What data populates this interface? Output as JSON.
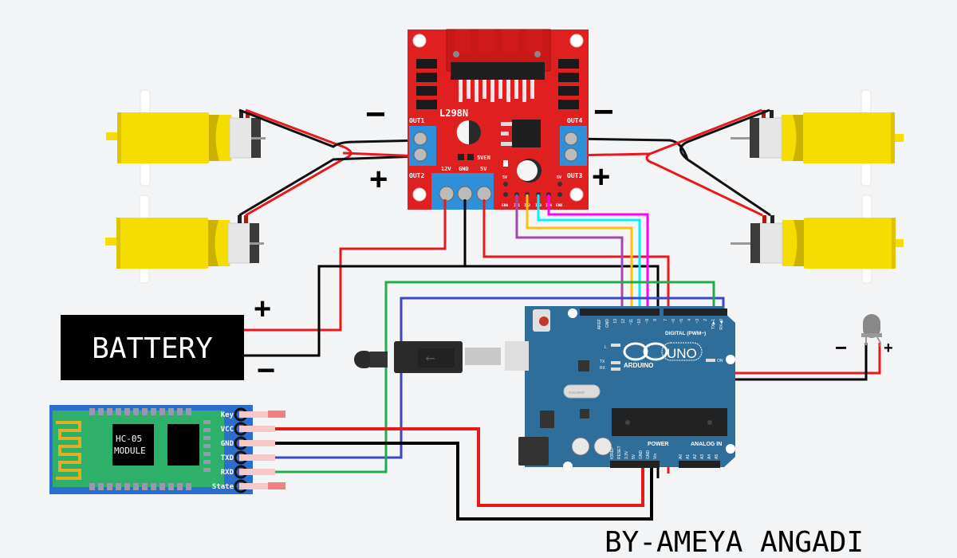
{
  "title": "Bluetooth controlled 4WD robot car wiring",
  "author_signature": "BY-AMEYA ANGADI",
  "colors": {
    "background": "#f3f4f6",
    "wire_red": "#e8191c",
    "wire_black": "#000000",
    "wire_green": "#22ab4a",
    "wire_blue": "#3e46c8",
    "wire_purple": "#a04aa8",
    "wire_yellow": "#ffc107",
    "wire_cyan": "#00f0ff",
    "wire_magenta": "#ff00ff",
    "driver_board": "#e02020",
    "terminal_blue": "#2f8fd8",
    "arduino_board": "#2f6e9a",
    "motor_yellow": "#f5dd00",
    "hc05_board": "#2b6ed0",
    "hc05_pcb": "#2fb06a"
  },
  "driver": {
    "name": "L298N",
    "out1": "OUT1",
    "out2": "OUT2",
    "out3": "OUT3",
    "out4": "OUT4",
    "en5v": "5VEN",
    "power_pins": [
      "12V",
      "GND",
      "5V"
    ],
    "header_5v_left": "5V",
    "header_5v_right": "5V",
    "input_pins": [
      "ENA",
      "IN1",
      "IN2",
      "IN3",
      "IN4",
      "ENB"
    ]
  },
  "polarity": {
    "left_minus": "−",
    "left_plus": "+",
    "right_minus": "−",
    "right_plus": "+"
  },
  "battery": {
    "label": "BATTERY",
    "plus": "+",
    "minus": "−"
  },
  "led": {
    "minus": "−",
    "plus": "+"
  },
  "arduino": {
    "brand": "ARDUINO",
    "model": "UNO",
    "digital_label": "DIGITAL (PWM~)",
    "digital_pins": [
      "AREF",
      "GND",
      "13",
      "12",
      "~11",
      "~10",
      "~9",
      "8",
      "7",
      "~6",
      "~5",
      "4",
      "~3",
      "2",
      "TX▶1",
      "RX◀0"
    ],
    "power_label": "POWER",
    "power_pins": [
      "IOREF",
      "RESET",
      "3.3V",
      "5V",
      "GND",
      "GND",
      "Vin"
    ],
    "analog_label": "ANALOG IN",
    "analog_pins": [
      "A0",
      "A1",
      "A2",
      "A3",
      "A4",
      "A5"
    ],
    "led_labels": [
      "L",
      "TX",
      "RX",
      "ON"
    ],
    "crystal": "S16.000G"
  },
  "hc05": {
    "label_line1": "HC-05",
    "label_line2": "MODULE",
    "pins": [
      "Key",
      "VCC",
      "GND",
      "TXD",
      "RXD",
      "State"
    ]
  },
  "connections": [
    {
      "from": "L298N OUT1/OUT2",
      "to": "Left motors"
    },
    {
      "from": "L298N OUT3/OUT4",
      "to": "Right motors"
    },
    {
      "from": "Battery +",
      "to": "L298N 12V"
    },
    {
      "from": "Battery −",
      "to": "L298N GND"
    },
    {
      "from": "L298N 5V",
      "to": "Arduino Vin"
    },
    {
      "from": "L298N IN1",
      "to": "Arduino 12"
    },
    {
      "from": "L298N IN2",
      "to": "Arduino 11"
    },
    {
      "from": "L298N IN3",
      "to": "Arduino 10"
    },
    {
      "from": "L298N IN4",
      "to": "Arduino 9"
    },
    {
      "from": "HC-05 VCC",
      "to": "Arduino 5V"
    },
    {
      "from": "HC-05 GND",
      "to": "Arduino GND"
    },
    {
      "from": "HC-05 TXD",
      "to": "Arduino RX 0"
    },
    {
      "from": "HC-05 RXD",
      "to": "Arduino TX 1"
    },
    {
      "from": "LED +",
      "to": "Arduino 13"
    },
    {
      "from": "LED −",
      "to": "Arduino GND"
    }
  ]
}
